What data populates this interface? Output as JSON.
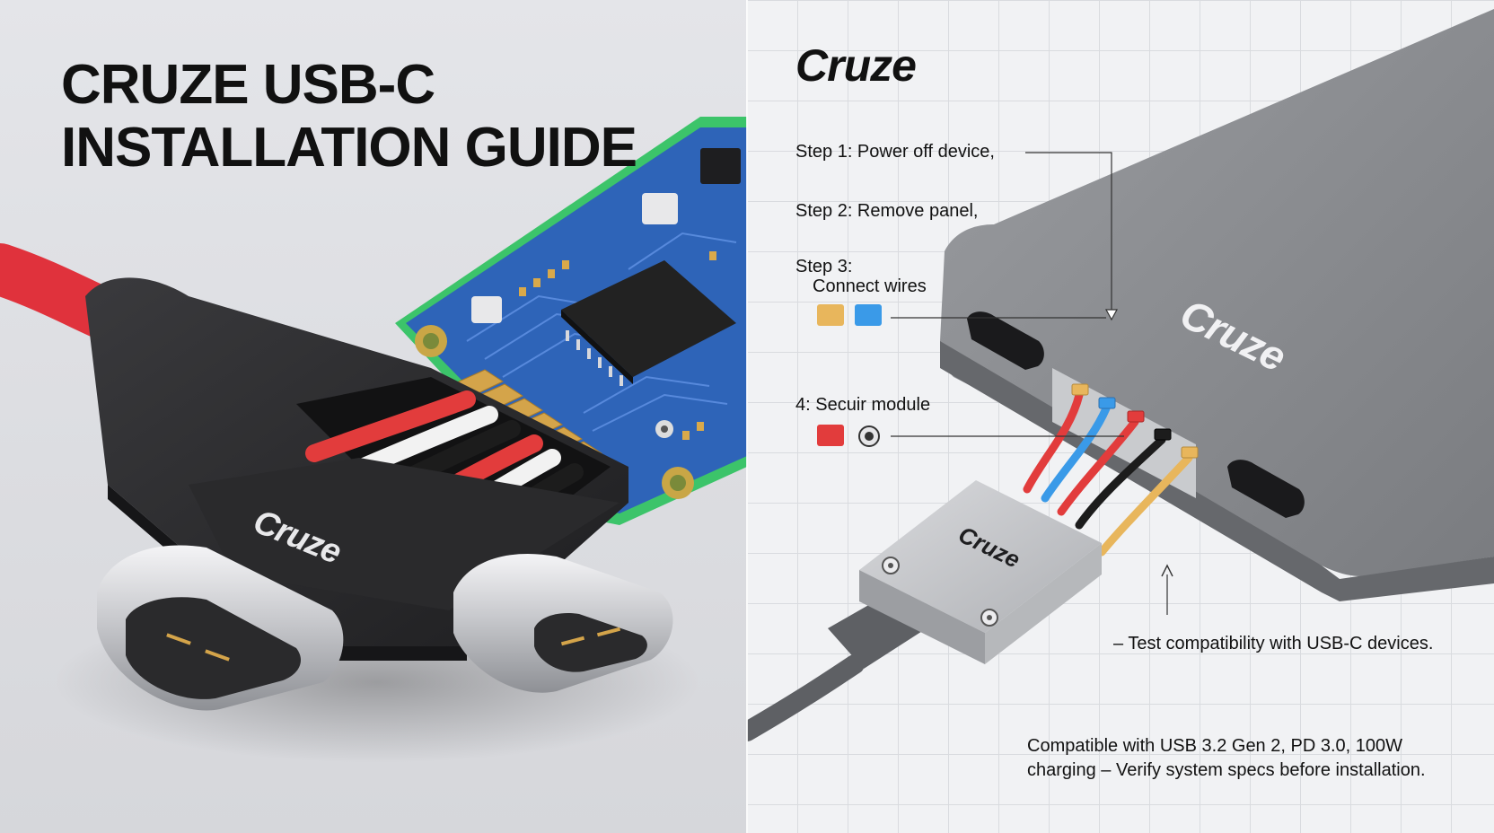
{
  "title": {
    "line1": "CRUZE USB-C",
    "line2": "INSTALLATION GUIDE"
  },
  "brand": {
    "name": "Cruze",
    "cable_label": "Cruze",
    "device_label": "Cruze",
    "module_label": "Cruze"
  },
  "steps": {
    "step1": "Step 1: Power off device,",
    "step2": "Step 2: Remove panel,",
    "step3_title": "Step 3:",
    "step3_text": "Connect wires",
    "step4": "4: Secuir module"
  },
  "swatches": {
    "step3": [
      "#e8b65c",
      "#3a9ae8"
    ],
    "step4": [
      "#e23c3c"
    ]
  },
  "icons": {
    "step4_icon": "screw-icon"
  },
  "notes": {
    "test": "– Test compatibility with USB-C devices.",
    "spec_line1": "Compatible with USB 3.2 Gen 2, PD 3.0, 100W",
    "spec_line2": "charging – Verify system specs before installation."
  },
  "wire_colors": [
    "#e23c3c",
    "#3a9ae8",
    "#e23c3c",
    "#1c1c1c",
    "#e8b65c"
  ],
  "accent_colors": {
    "pcb": "#2e64b8",
    "pcb_edge": "#3cc46a",
    "cable": "#e0323c",
    "housing": "#2c2c2e",
    "device": "#8a8c90"
  }
}
